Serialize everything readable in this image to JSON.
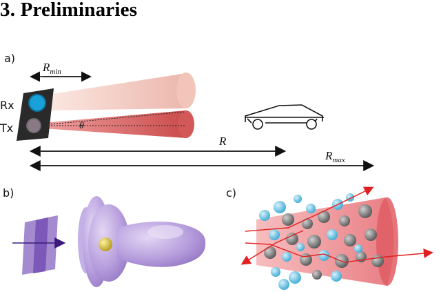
{
  "heading": "3. Preliminaries",
  "panels": {
    "a": {
      "label": "a)",
      "rx_label": "Rx",
      "tx_label": "Tx",
      "rmin_base": "R",
      "rmin_sub": "min",
      "theta": "θ",
      "r_label": "R",
      "rmax_base": "R",
      "rmax_sub": "max"
    },
    "b": {
      "label": "b)"
    },
    "c": {
      "label": "c)"
    }
  },
  "colors": {
    "rx_beam": "#f3c9bf",
    "tx_beam": "#dd6b6b",
    "rx_lens": "#1aa0d8",
    "sensor_body": "#2a2a2a",
    "shell": "#b49adb",
    "cone": "#e77b80",
    "particle_blue": "#7fc8e6",
    "particle_gray": "#8a8a8a",
    "ray": "#e02020"
  },
  "icons": [
    "lidar-sensor-icon",
    "car-icon",
    "scattering-object-icon",
    "gold-particle-icon"
  ]
}
